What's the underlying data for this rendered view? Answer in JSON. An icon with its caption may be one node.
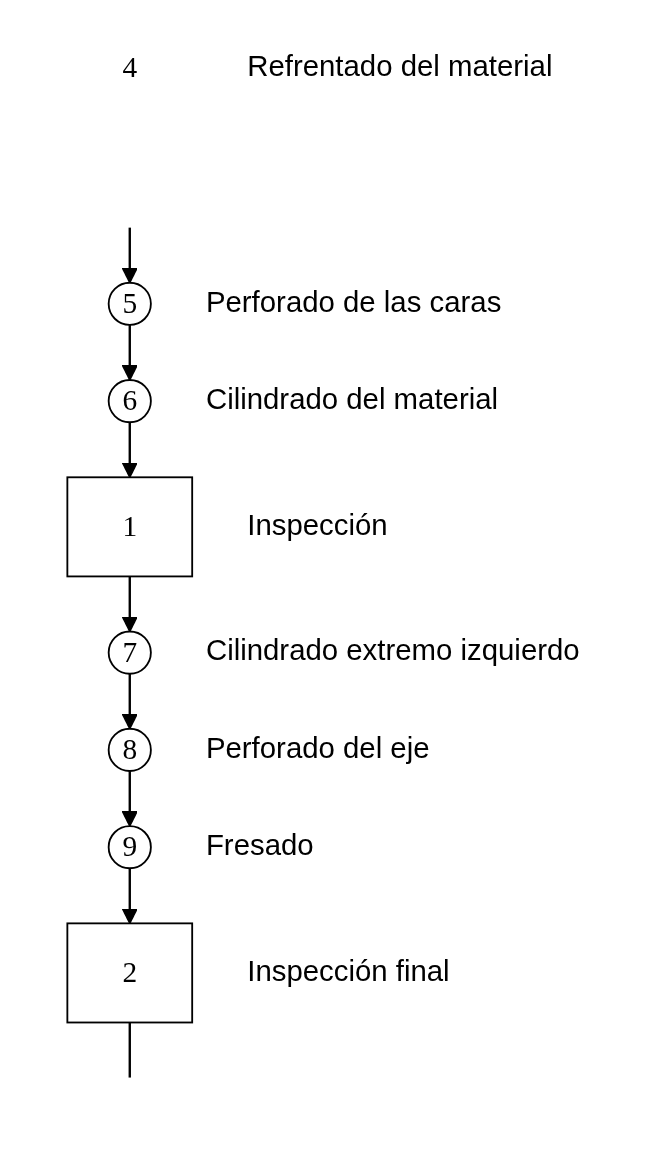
{
  "diagram": {
    "nodes": [
      {
        "text": [
          "4"
        ],
        "beside": [
          "Refrentado del material"
        ]
      },
      {
        "text": [
          "5"
        ],
        "beside": [
          "Perforado de las caras"
        ]
      },
      {
        "text": [
          "6"
        ],
        "beside": [
          "Cilindrado del material"
        ]
      },
      {
        "text": [
          "1"
        ],
        "beside": [
          "Inspección"
        ]
      },
      {
        "text": [
          "7"
        ],
        "beside": [
          "Cilindrado extremo izquierdo"
        ]
      },
      {
        "text": [
          "8"
        ],
        "beside": [
          "Perforado del eje"
        ]
      },
      {
        "text": [
          "9"
        ],
        "beside": [
          "Fresado"
        ]
      },
      {
        "text": [
          "2"
        ],
        "beside": [
          "Inspección final"
        ]
      }
    ],
    "edges": [
      {
        "from": null,
        "to": 1,
        "arrow": "to"
      },
      {
        "from": 1,
        "to": 2,
        "arrow": "to"
      },
      {
        "from": 2,
        "to": 3,
        "arrow": "to"
      },
      {
        "from": 3,
        "to": 4,
        "arrow": "to"
      },
      {
        "from": 4,
        "to": 5,
        "arrow": "to"
      },
      {
        "from": 5,
        "to": 6,
        "arrow": "to"
      },
      {
        "from": 6,
        "to": 7,
        "arrow": "to"
      },
      {
        "from": 7,
        "to": null,
        "arrow": "none"
      }
    ]
  }
}
